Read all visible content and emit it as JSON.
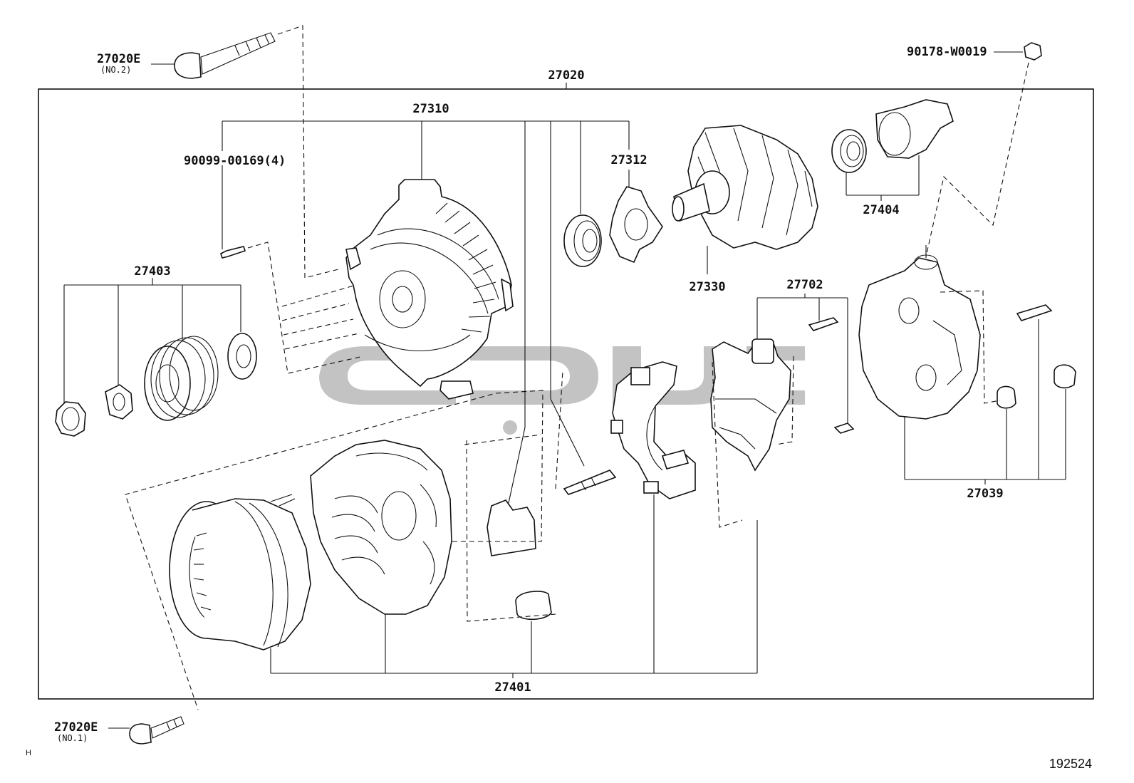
{
  "labels": {
    "p27020": "27020",
    "p27020e_top": "27020E",
    "p27020e_top_sub": "(NO.2)",
    "p27020e_bottom": "27020E",
    "p27020e_bottom_sub": "(NO.1)",
    "p90178": "90178-W0019",
    "p27310": "27310",
    "p90099": "90099-00169(4)",
    "p27312": "27312",
    "p27404": "27404",
    "p27330": "27330",
    "p27403": "27403",
    "p27702": "27702",
    "p27039": "27039",
    "p27401": "27401"
  },
  "footer": {
    "left_mark": "H",
    "drawing_number": "192524"
  },
  "colors": {
    "line": "#111111",
    "watermark": "#bdbdbd",
    "background": "#ffffff"
  }
}
